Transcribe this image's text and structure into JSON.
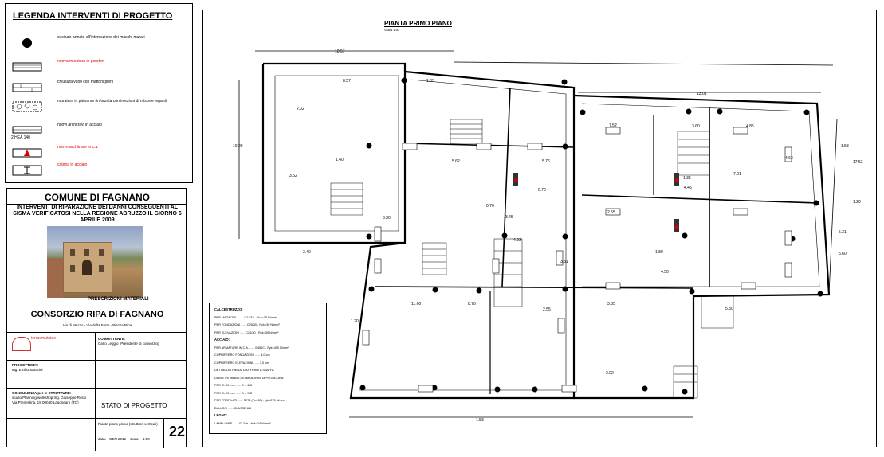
{
  "legend": {
    "title": "LEGENDA INTERVENTI DI PROGETTO",
    "items": [
      {
        "label": "cuciture armate all'intersezione dei maschi murari",
        "symbol": "dot",
        "color": "#000000"
      },
      {
        "label": "nuova muratura in poroton",
        "symbol": "hatch",
        "color": "#dd0000"
      },
      {
        "label": "chiusura vuoti con mattoni pieni",
        "symbol": "brick",
        "color": "#000000"
      },
      {
        "label": "muratura in pietrame rinforzata con iniezioni di miscele leganti",
        "symbol": "stone",
        "color": "#000000"
      },
      {
        "label": "nuovi architravi in acciaio",
        "symbol": "lintel",
        "color": "#000000",
        "sub": "2 HEA 140"
      },
      {
        "label": "nuovo architrave in c.a.",
        "symbol": "ca",
        "color": "#dd0000"
      },
      {
        "label": "catena in acciaio",
        "symbol": "tie",
        "color": "#dd0000"
      }
    ]
  },
  "title_block": {
    "comune": "COMUNE DI FAGNANO",
    "interventi": "INTERVENTI DI RIPARAZIONE DEI DANNI CONSEGUENTI AL SISMA VERIFICATOSI NELLA REGIONE ABRUZZO IL GIORNO 6 APRILE 2009",
    "consorzio": "CONSORZIO RIPA DI FAGNANO",
    "address": "Via di Mezzo - Via della Forte - Piazza Ripa",
    "logo_text": "terraemutatae",
    "committente_label": "COMMITTENTE:",
    "committente": "Carlo Leggio (Presidente di consorzio)",
    "progettista_label": "PROGETTISTA:",
    "progettista": "Ing. Emilio Saracini",
    "consulenza_label": "CONSULENZA per le STRUTTURE:",
    "consulenza": "studio Planning workshop Ing. Giuseppe Rossi Via Prenestina, 15 00040 Lagonegro (TO)",
    "stato": "STATO DI PROGETTO",
    "tavola": "Pianta piano primo (strutture verticali)",
    "data_label": "data:",
    "data": "GEN 2012",
    "scala_label": "scala:",
    "scala": "1:50",
    "numero": "22"
  },
  "plan": {
    "title": "PIANTA PRIMO PIANO",
    "scale": "Scala 1:50",
    "dimensions": [
      "10.57",
      "8.57",
      "1.03",
      "13.01",
      "10.29",
      "2.32",
      "3.52",
      "1.40",
      "5.62",
      "5.76",
      "3.45",
      "3.40",
      "7.52",
      "3.60",
      "4.85",
      "1.53",
      "4.63",
      "1.35",
      "4.45",
      "2.55",
      "1.80",
      "4.50",
      "5.30",
      "11.60",
      "8.70",
      "4.93",
      "3.85",
      "2.02",
      "1.53",
      "5.31",
      "5.60",
      "17.53",
      "1.20",
      "1.20",
      "2.55",
      "3.30",
      "3.31",
      "7.21",
      "0.70",
      "0.70"
    ]
  },
  "prescrizioni": {
    "title": "PRESCRIZIONI MATERIALI",
    "lines": [
      {
        "head": "CALCESTRUZZO:",
        "text": ""
      },
      {
        "head": "",
        "text": "PER MAGRONI ........ C12/15 - Rck=15 N/mm²"
      },
      {
        "head": "",
        "text": "PER FONDAZIONI ...... C25/30 - Rck=30 N/mm²"
      },
      {
        "head": "",
        "text": "PER ELEVAZIONI ...... C25/30 - Rck=30 N/mm²"
      },
      {
        "head": "ACCIAIO:",
        "text": ""
      },
      {
        "head": "",
        "text": "PER ARMATURE IN C.A. ...... B450C - Fyk=450 N/mm²"
      },
      {
        "head": "",
        "text": "COPRIFERRO FONDAZIONI ...... 4,0 cm"
      },
      {
        "head": "",
        "text": "COPRIFERRO ELEVAZIONI ...... 3,0 cm"
      },
      {
        "head": "",
        "text": "DETTAGLIO PIEGATURA FERRI A STAFFA"
      },
      {
        "head": "",
        "text": "DIAMETRI MINIMI DEI MANDRINI DI PIEGATURA:"
      },
      {
        "head": "",
        "text": "PER Ø<20 mm ...... D = 4 Ø"
      },
      {
        "head": "",
        "text": "PER Ø>20 mm ...... D = 7 Ø"
      },
      {
        "head": "",
        "text": "PER PROFILATI ...... S275 (Fe430) - fyk=275 N/mm²"
      },
      {
        "head": "",
        "text": "BULLONI ...... CLASSE 8.8"
      },
      {
        "head": "LEGNO:",
        "text": ""
      },
      {
        "head": "",
        "text": "LAMELLARE ...... GL24h - fmk=24 N/mm²"
      }
    ]
  }
}
